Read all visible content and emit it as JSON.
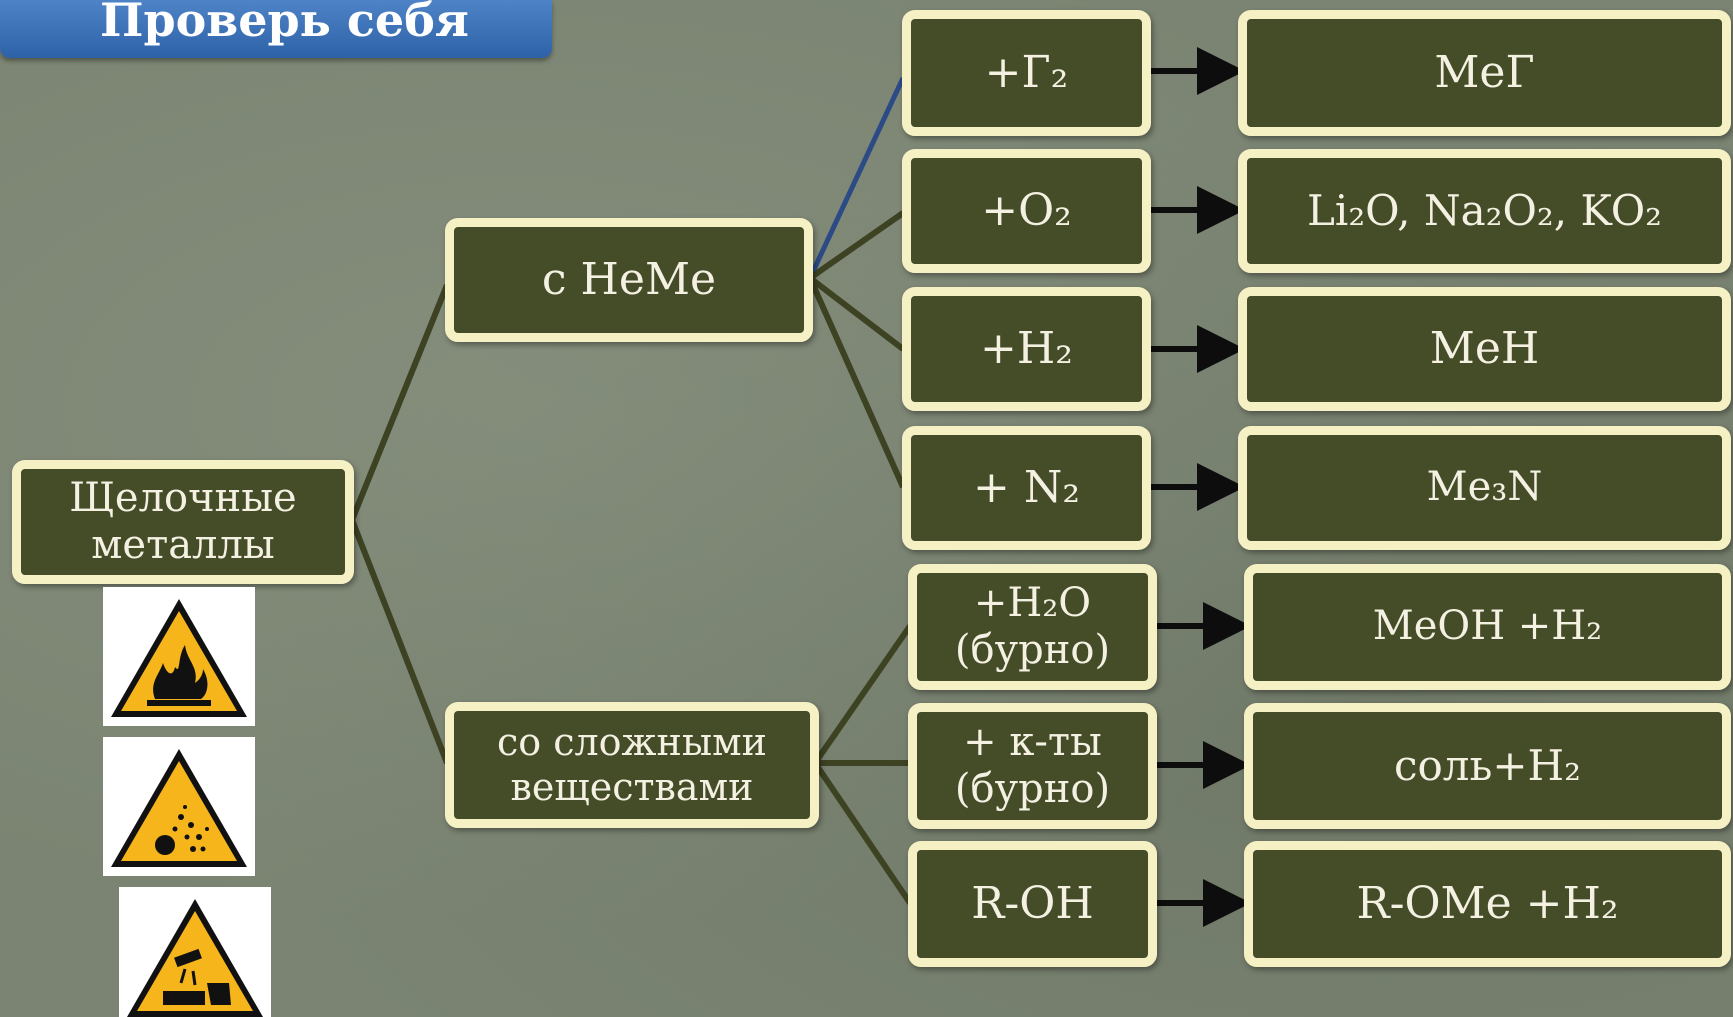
{
  "title": "Проверь себя",
  "root": "Щелочные\nметаллы",
  "branches": [
    {
      "label": "с НеМе",
      "reactions": [
        {
          "reagent": "+Г₂",
          "product": "MeГ"
        },
        {
          "reagent": "+O₂",
          "product": "Li₂O, Na₂O₂,  KO₂"
        },
        {
          "reagent": "+H₂",
          "product": "MeH"
        },
        {
          "reagent": "+ N₂",
          "product": "Me₃N"
        }
      ]
    },
    {
      "label": "со сложными\nвеществами",
      "reactions": [
        {
          "reagent": "+H₂O\n(бурно)",
          "product": "MeOH +H₂"
        },
        {
          "reagent": "+ к-ты\n(бурно)",
          "product": "соль+H₂"
        },
        {
          "reagent": "R-OH",
          "product": "R-OMe +H₂"
        }
      ]
    }
  ],
  "hazard_icons": [
    "flammable-warning-icon",
    "explosive-warning-icon",
    "corrosive-warning-icon"
  ],
  "colors": {
    "box_fill": "#444d28",
    "box_border": "#f6f1c4",
    "title_bar": "#3a6fb5",
    "line": "#3c4222",
    "highlight_line": "#2c4a86",
    "hazard": "#f5b51b"
  }
}
